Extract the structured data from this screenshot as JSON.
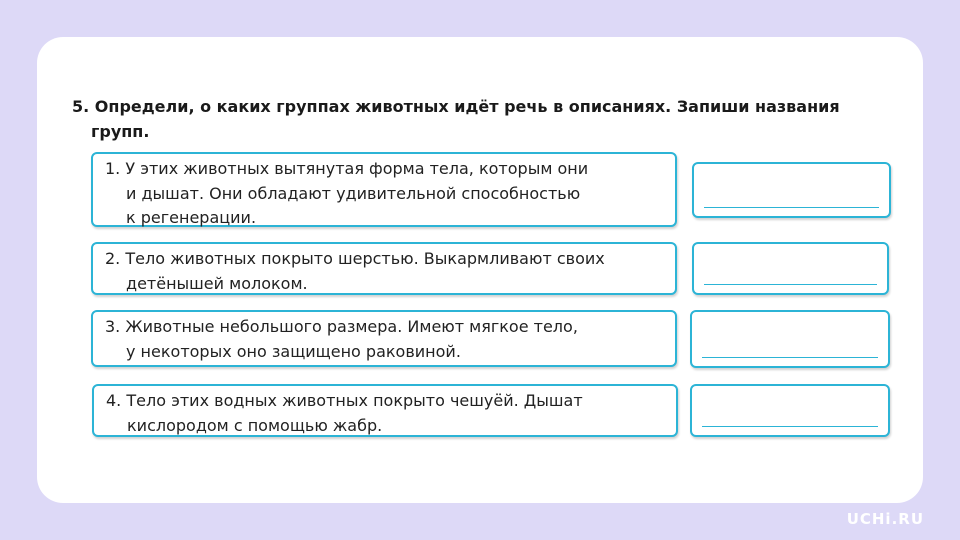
{
  "question": {
    "number": "5.",
    "line1": "Определи, о каких группах животных идёт речь в описаниях. Запиши названия",
    "line2": "групп."
  },
  "items": [
    {
      "number": "1.",
      "lines": [
        "У этих животных вытянутая форма тела, которым они",
        "и дышат. Они обладают удивительной способностью",
        "к регенерации."
      ],
      "answer": ""
    },
    {
      "number": "2.",
      "lines": [
        "Тело животных покрыто шерстью. Выкармливают своих",
        "детёнышей молоком."
      ],
      "answer": ""
    },
    {
      "number": "3.",
      "lines": [
        "Животные небольшого размера. Имеют мягкое тело,",
        "у некоторых оно защищено раковиной."
      ],
      "answer": ""
    },
    {
      "number": "4.",
      "lines": [
        "Тело этих водных животных покрыто чешуёй. Дышат",
        "кислородом с помощью жабр."
      ],
      "answer": ""
    }
  ],
  "logo": "UCHi.RU",
  "colors": {
    "background": "#ddd9f7",
    "card": "#ffffff",
    "accent": "#2cb4d6"
  }
}
